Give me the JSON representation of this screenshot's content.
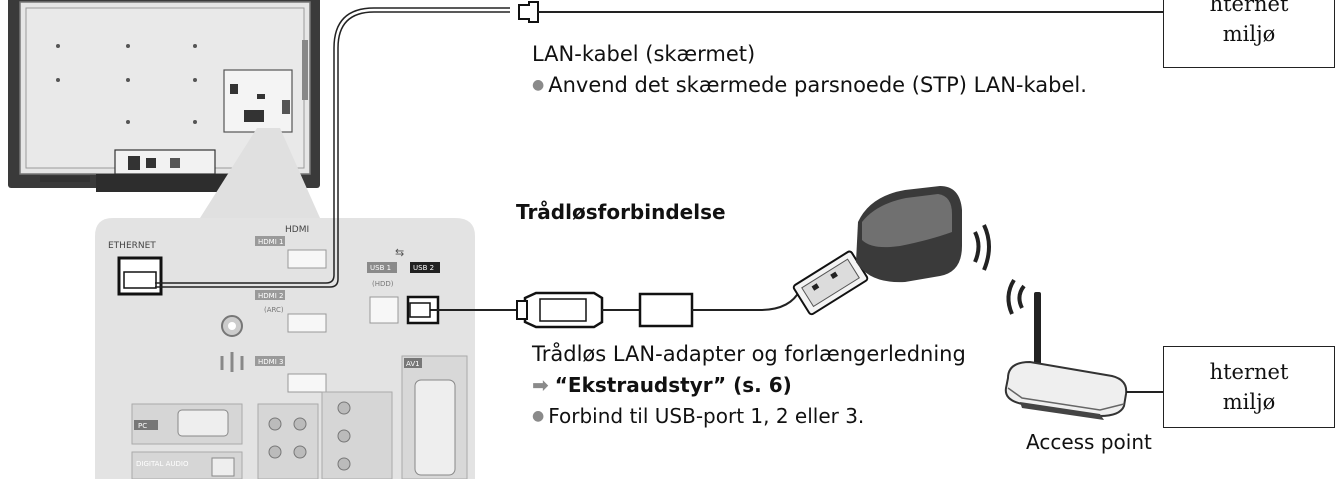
{
  "top_cable": {
    "label": "LAN-kabel (skærmet)",
    "note": "Anvend det skærmede parsnoede (STP) LAN-kabel."
  },
  "wireless": {
    "heading": "Trådløsforbindelse",
    "adapter_label": "Trådløs LAN-adapter og forlængerledning",
    "reference": "“Ekstraudstyr” (s. 6)",
    "usb_note": "Forbind til USB-port 1, 2 eller 3."
  },
  "internet_top": {
    "line1": "hternet",
    "line2": "miljø"
  },
  "internet_bottom": {
    "line1": "hternet",
    "line2": "miljø"
  },
  "access_point": {
    "label": "Access point"
  },
  "tv_panel": {
    "lan_port_label": "ETHERNET",
    "hdmi_header": "HDMI",
    "hdmi1": "HDMI 1",
    "hdmi2": "HDMI 2",
    "hdmi2_sub": "(ARC)",
    "hdmi3": "HDMI 3",
    "usb1": "USB 1",
    "usb1_sub": "(HDD)",
    "usb2": "USB 2",
    "pc": "PC",
    "digital_audio": "DIGITAL AUDIO",
    "av1": "AV1"
  }
}
